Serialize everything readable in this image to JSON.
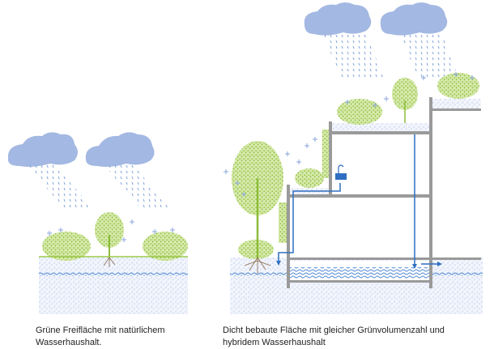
{
  "panels": [
    {
      "id": "natural",
      "caption_line1": "Grüne Freifläche mit natürlichem",
      "caption_line2": "Wasserhaushalt."
    },
    {
      "id": "dense",
      "caption_line1": "Dicht bebaute Fläche mit gleicher Grünvolumenzahl und",
      "caption_line2": "hybridem Wasserhaushalt"
    }
  ],
  "colors": {
    "cloud": "#a3b8e2",
    "rain": "#7d9fd8",
    "soil": "#b9c9ea",
    "water": "#4a86d0",
    "green": "#9cc84a",
    "green_light": "#c6df8c",
    "structure": "#9a9a9a",
    "pipe": "#2f6fc2",
    "plus": "#8aa6dc"
  },
  "icons": {
    "cloud": "cloud-icon",
    "rain": "rain-icon",
    "tree": "tree-icon",
    "shrub": "shrub-icon",
    "sink": "sink-icon",
    "arrow": "arrow-icon"
  }
}
